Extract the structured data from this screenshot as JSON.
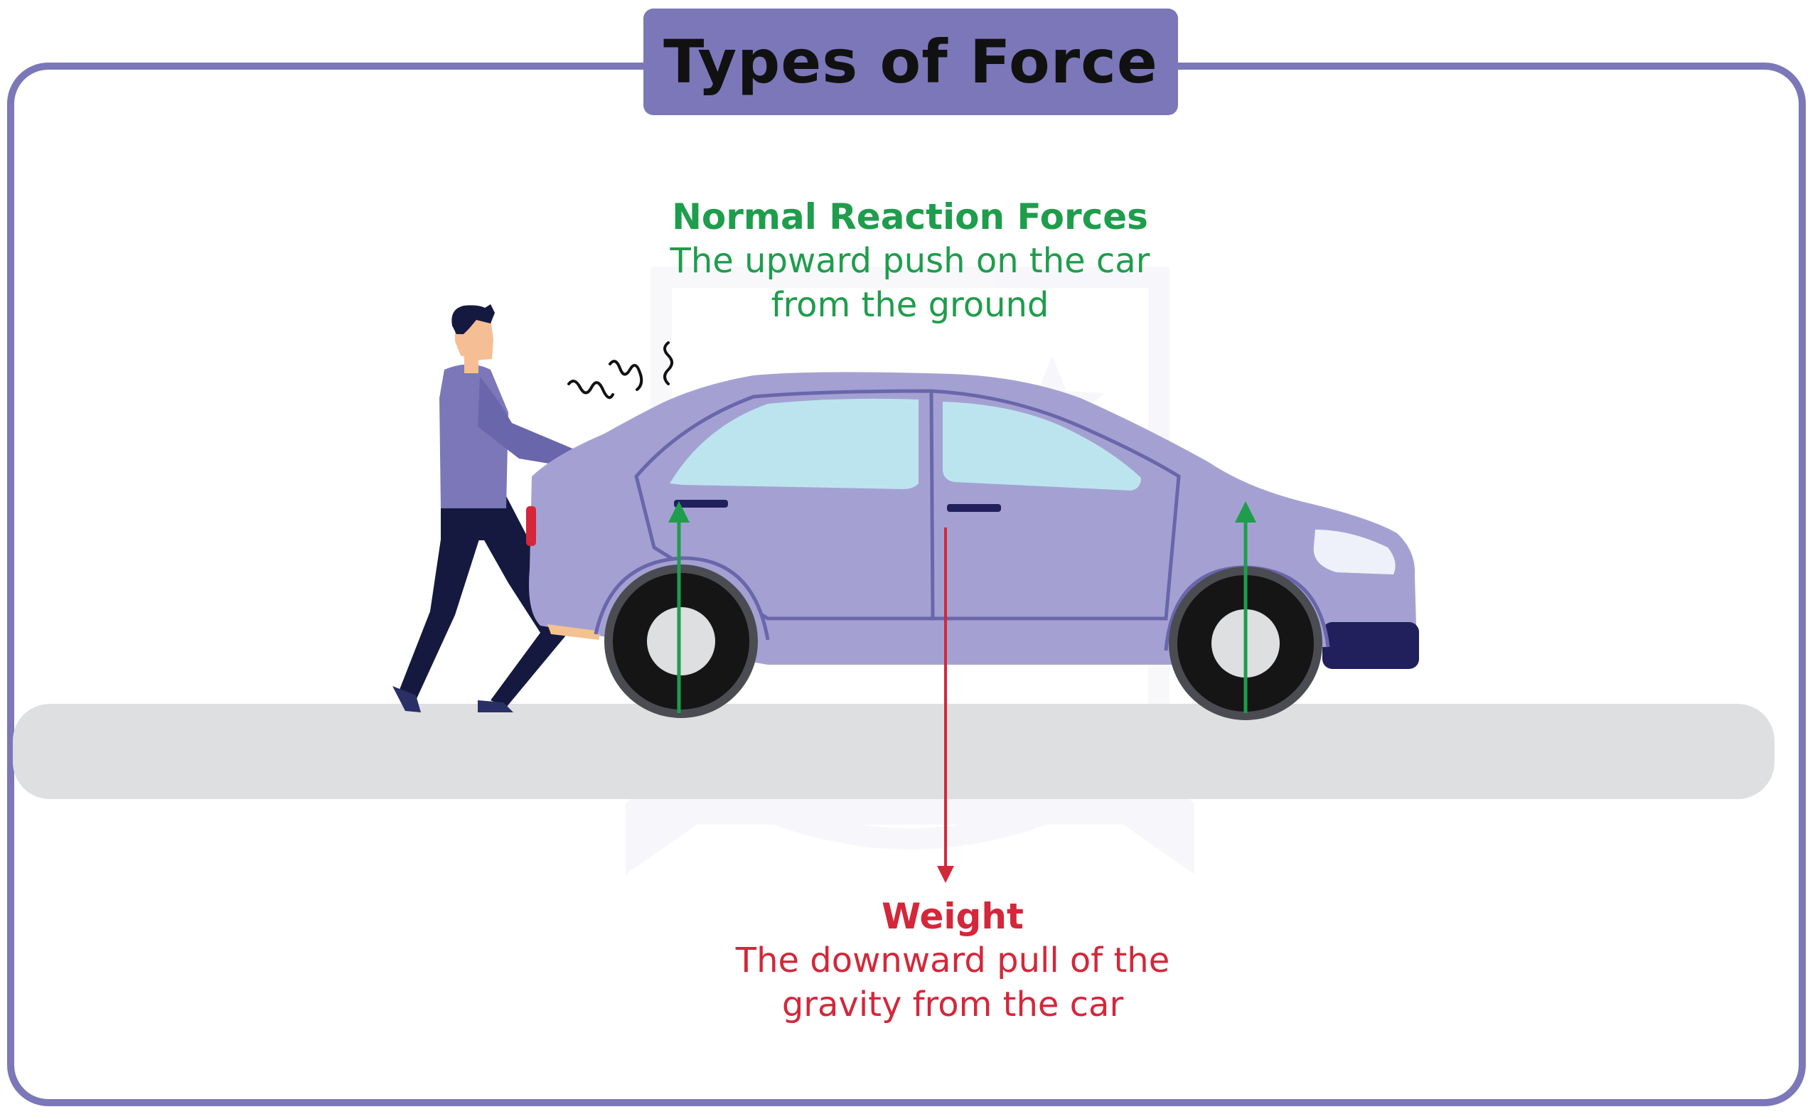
{
  "title": "Types of Force",
  "normal_force": {
    "heading": "Normal Reaction Forces",
    "line1": "The upward push on the car",
    "line2": "from the ground"
  },
  "weight_force": {
    "heading": "Weight",
    "line1": "The downward pull of the",
    "line2": "gravity from the car"
  },
  "colors": {
    "frame": "#7b77b8",
    "normal_arrow": "#1e9d4c",
    "weight_arrow": "#d4273a",
    "car_body": "#a4a1d2",
    "car_window": "#bce4ee",
    "road": "#dedfe1",
    "person_shirt": "#7b77b8",
    "person_pants": "#15193f"
  }
}
